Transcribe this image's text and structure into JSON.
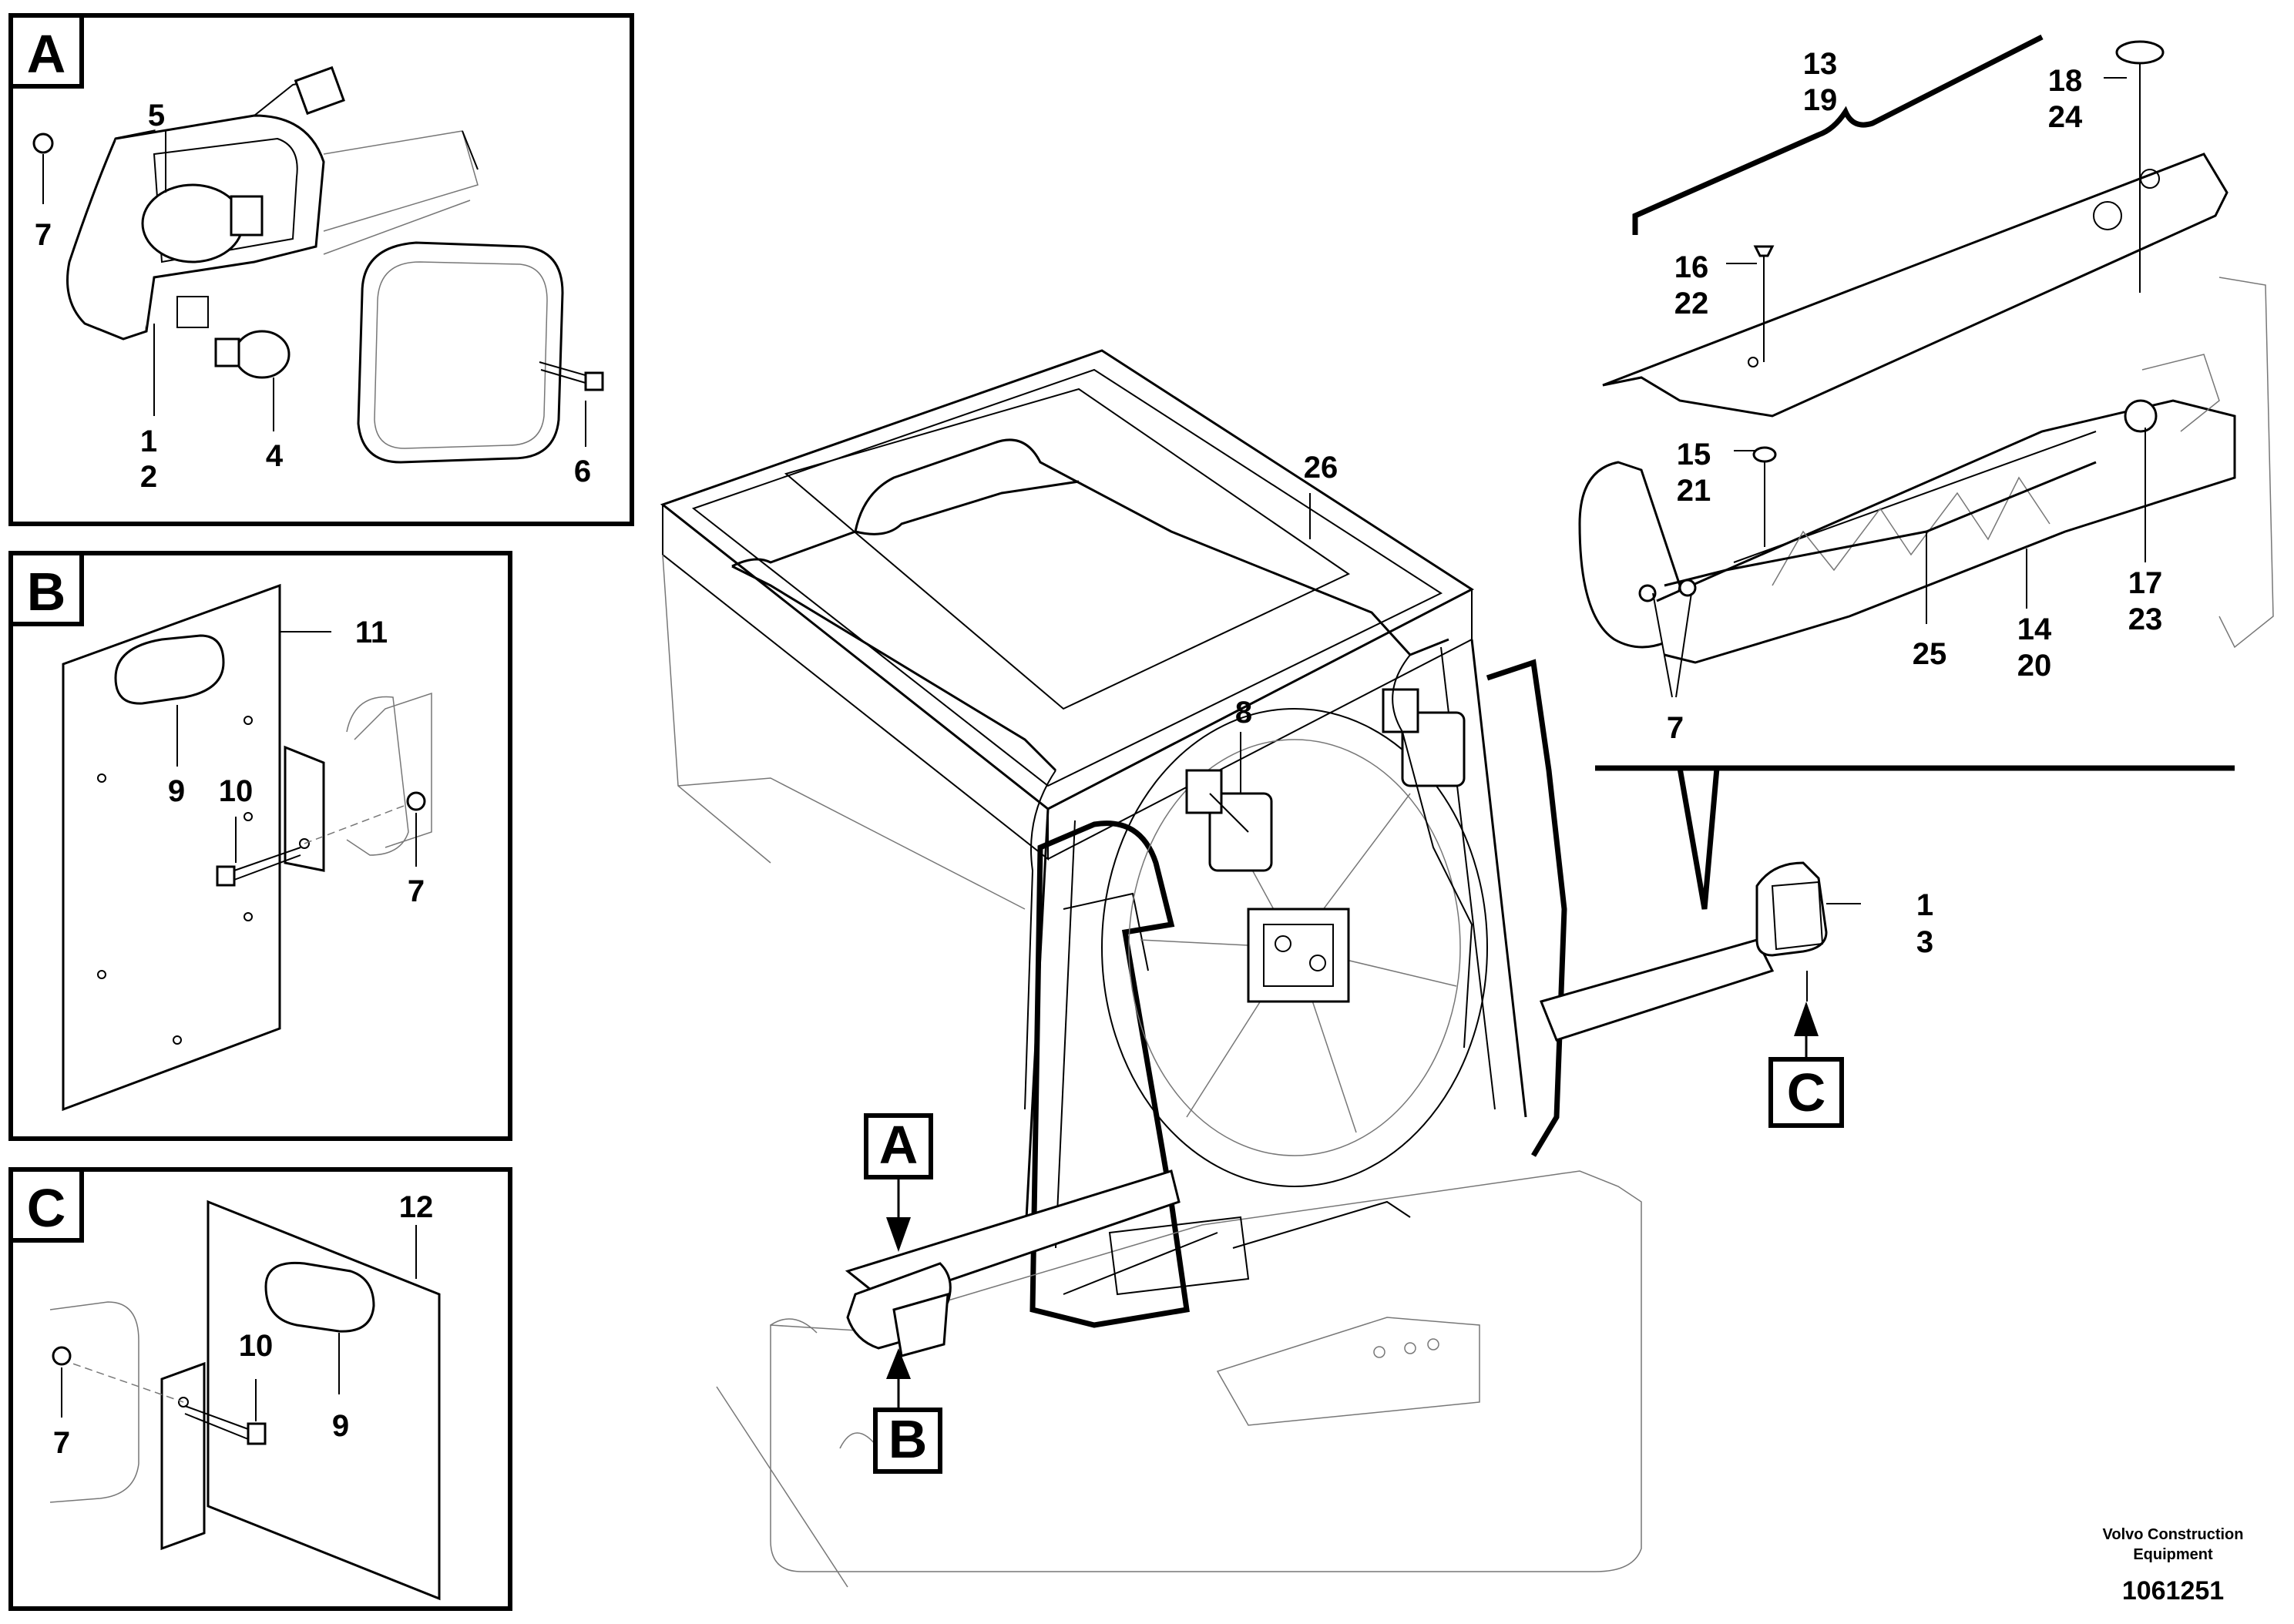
{
  "panels": [
    {
      "letter": "A"
    },
    {
      "letter": "B"
    },
    {
      "letter": "C"
    }
  ],
  "callouts": {
    "a_5": "5",
    "a_7": "7",
    "a_1": "1",
    "a_2": "2",
    "a_4": "4",
    "a_6": "6",
    "b_11": "11",
    "b_9": "9",
    "b_10": "10",
    "b_7": "7",
    "c_12": "12",
    "c_10": "10",
    "c_9": "9",
    "c_7": "7",
    "m_26": "26",
    "m_8": "8",
    "m_1": "1",
    "m_3": "3",
    "m_13": "13",
    "m_19": "19",
    "m_18": "18",
    "m_24": "24",
    "m_16": "16",
    "m_22": "22",
    "m_15": "15",
    "m_21": "21",
    "m_17": "17",
    "m_23": "23",
    "m_14": "14",
    "m_20": "20",
    "m_25": "25",
    "m_7": "7"
  },
  "view_markers": {
    "a": "A",
    "b": "B",
    "c": "C"
  },
  "footer": {
    "brand_line1": "Volvo Construction",
    "brand_line2": "Equipment",
    "ref_number": "1061251"
  }
}
